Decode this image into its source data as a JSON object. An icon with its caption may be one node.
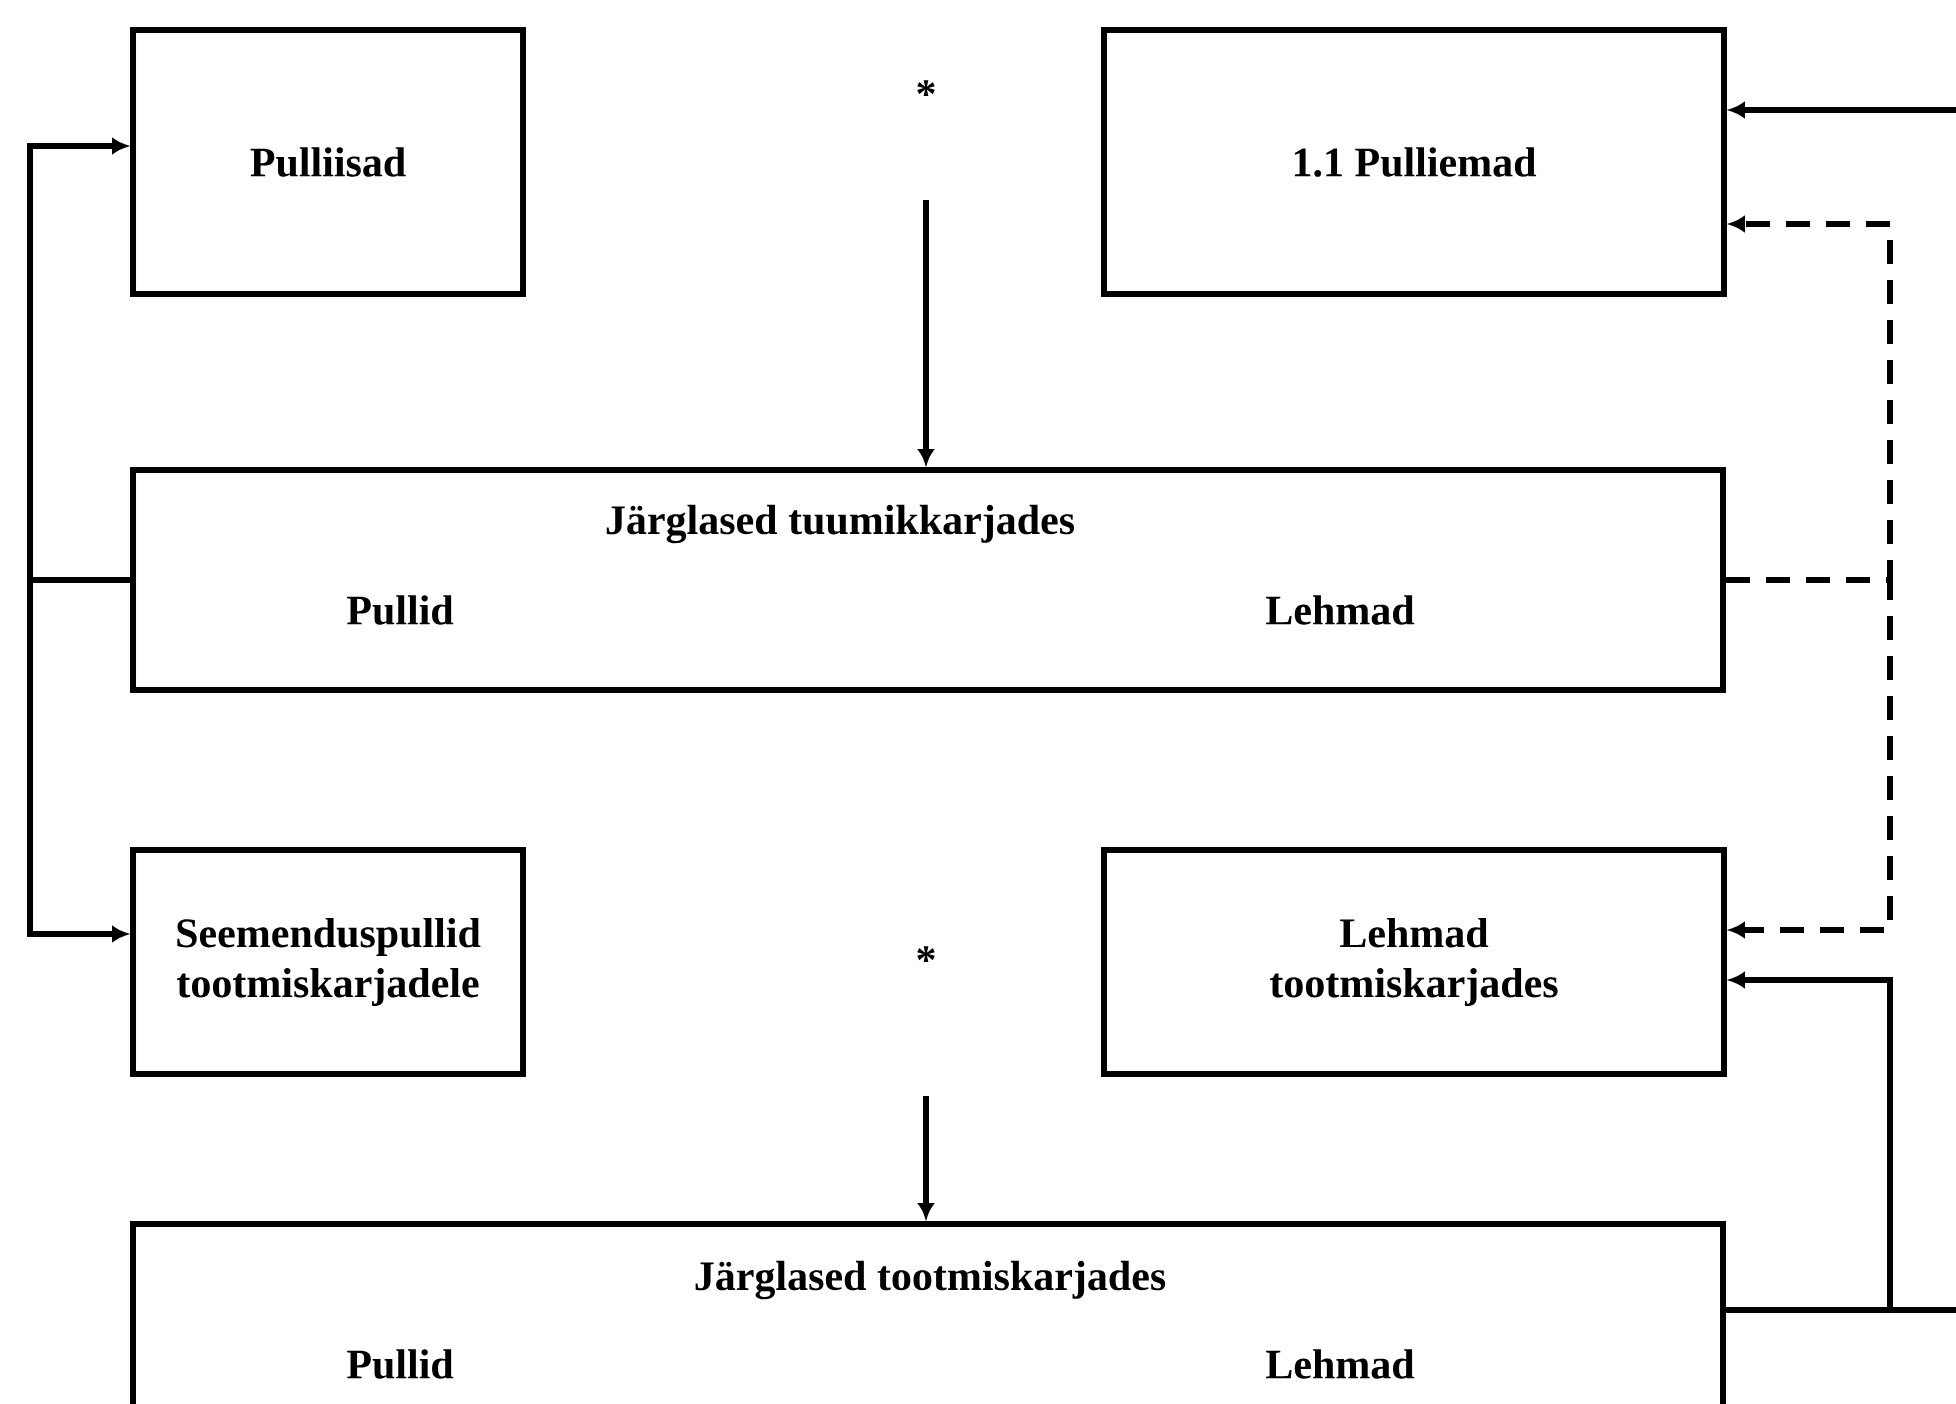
{
  "diagram": {
    "nodes": [
      {
        "text": [
          "Pulliisad"
        ]
      },
      {
        "text": [
          "1.1 Pulliemad"
        ]
      },
      {
        "text": [
          "Järglased tuumikkarjades",
          "Pullid",
          "Lehmad"
        ]
      },
      {
        "text": [
          "Seemenduspullid tootmiskarjadele"
        ]
      },
      {
        "text": [
          "Lehmad tootmiskarjades"
        ]
      },
      {
        "text": [
          "Järglased tootmiskarjades",
          "Pullid",
          "Lehmad"
        ]
      }
    ],
    "edges": [
      {
        "from": 2,
        "to": 0,
        "arrow": "to"
      },
      {
        "from": 2,
        "to": 3,
        "arrow": "to"
      },
      {
        "from": null,
        "to": 1,
        "arrow": "to"
      },
      {
        "from": 2,
        "to": 1,
        "arrow": "to",
        "style": "dashed"
      },
      {
        "from": 2,
        "to": 4,
        "arrow": "to",
        "style": "dashed"
      },
      {
        "from": 5,
        "to": 4,
        "arrow": "to"
      },
      {
        "from": 5,
        "to": null,
        "arrow": "none"
      },
      {
        "from": null,
        "to": 2,
        "arrow": "to"
      },
      {
        "from": null,
        "to": 5,
        "arrow": "to"
      }
    ],
    "labels": [
      "*",
      "*"
    ]
  }
}
